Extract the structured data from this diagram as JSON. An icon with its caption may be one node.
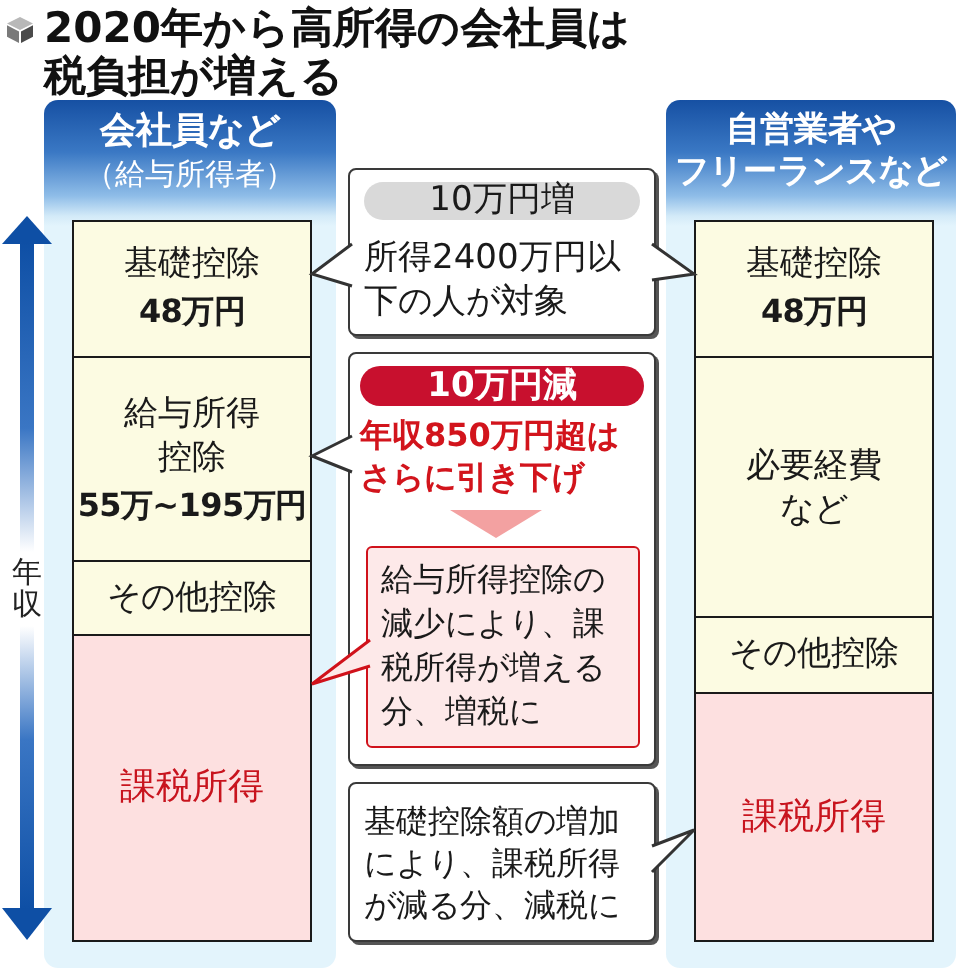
{
  "diagram": {
    "title": "2020年から高所得の会社員は税負担が増える",
    "nodes": [
      {
        "text": [
          "会社員など",
          "（給与所得者）"
        ]
      },
      {
        "text": [
          "基礎控除",
          "48万円"
        ],
        "in": 0
      },
      {
        "text": [
          "給与所得控除",
          "55万~195万円"
        ],
        "in": 0
      },
      {
        "text": [
          "その他控除"
        ],
        "in": 0
      },
      {
        "text": [
          "課税所得"
        ],
        "in": 0
      },
      {
        "text": [
          "10万円増",
          "所得2400万円以下の人が対象"
        ]
      },
      {
        "text": [
          "10万円減",
          "年収850万円超はさらに引き下げ"
        ]
      },
      {
        "text": [
          "給与所得控除の減少により、課税所得が増える分、増税に"
        ],
        "in": 6
      },
      {
        "text": [
          "基礎控除額の増加により、課税所得が減る分、減税に"
        ]
      },
      {
        "text": [
          "自営業者や",
          "フリーランスなど"
        ]
      },
      {
        "text": [
          "基礎控除",
          "48万円"
        ],
        "in": 9
      },
      {
        "text": [
          "必要経費など"
        ],
        "in": 9
      },
      {
        "text": [
          "その他控除"
        ],
        "in": 9
      },
      {
        "text": [
          "課税所得"
        ],
        "in": 9
      }
    ],
    "edges": [
      {
        "from": 5,
        "to": 1,
        "arrow": "to"
      },
      {
        "from": 5,
        "to": 10,
        "arrow": "to"
      },
      {
        "from": 6,
        "to": 2,
        "arrow": "to"
      },
      {
        "from": 7,
        "to": 4,
        "arrow": "to",
        "color": "#d0121b"
      },
      {
        "from": 8,
        "to": 13,
        "arrow": "to"
      }
    ],
    "labels": [
      "年収"
    ]
  }
}
